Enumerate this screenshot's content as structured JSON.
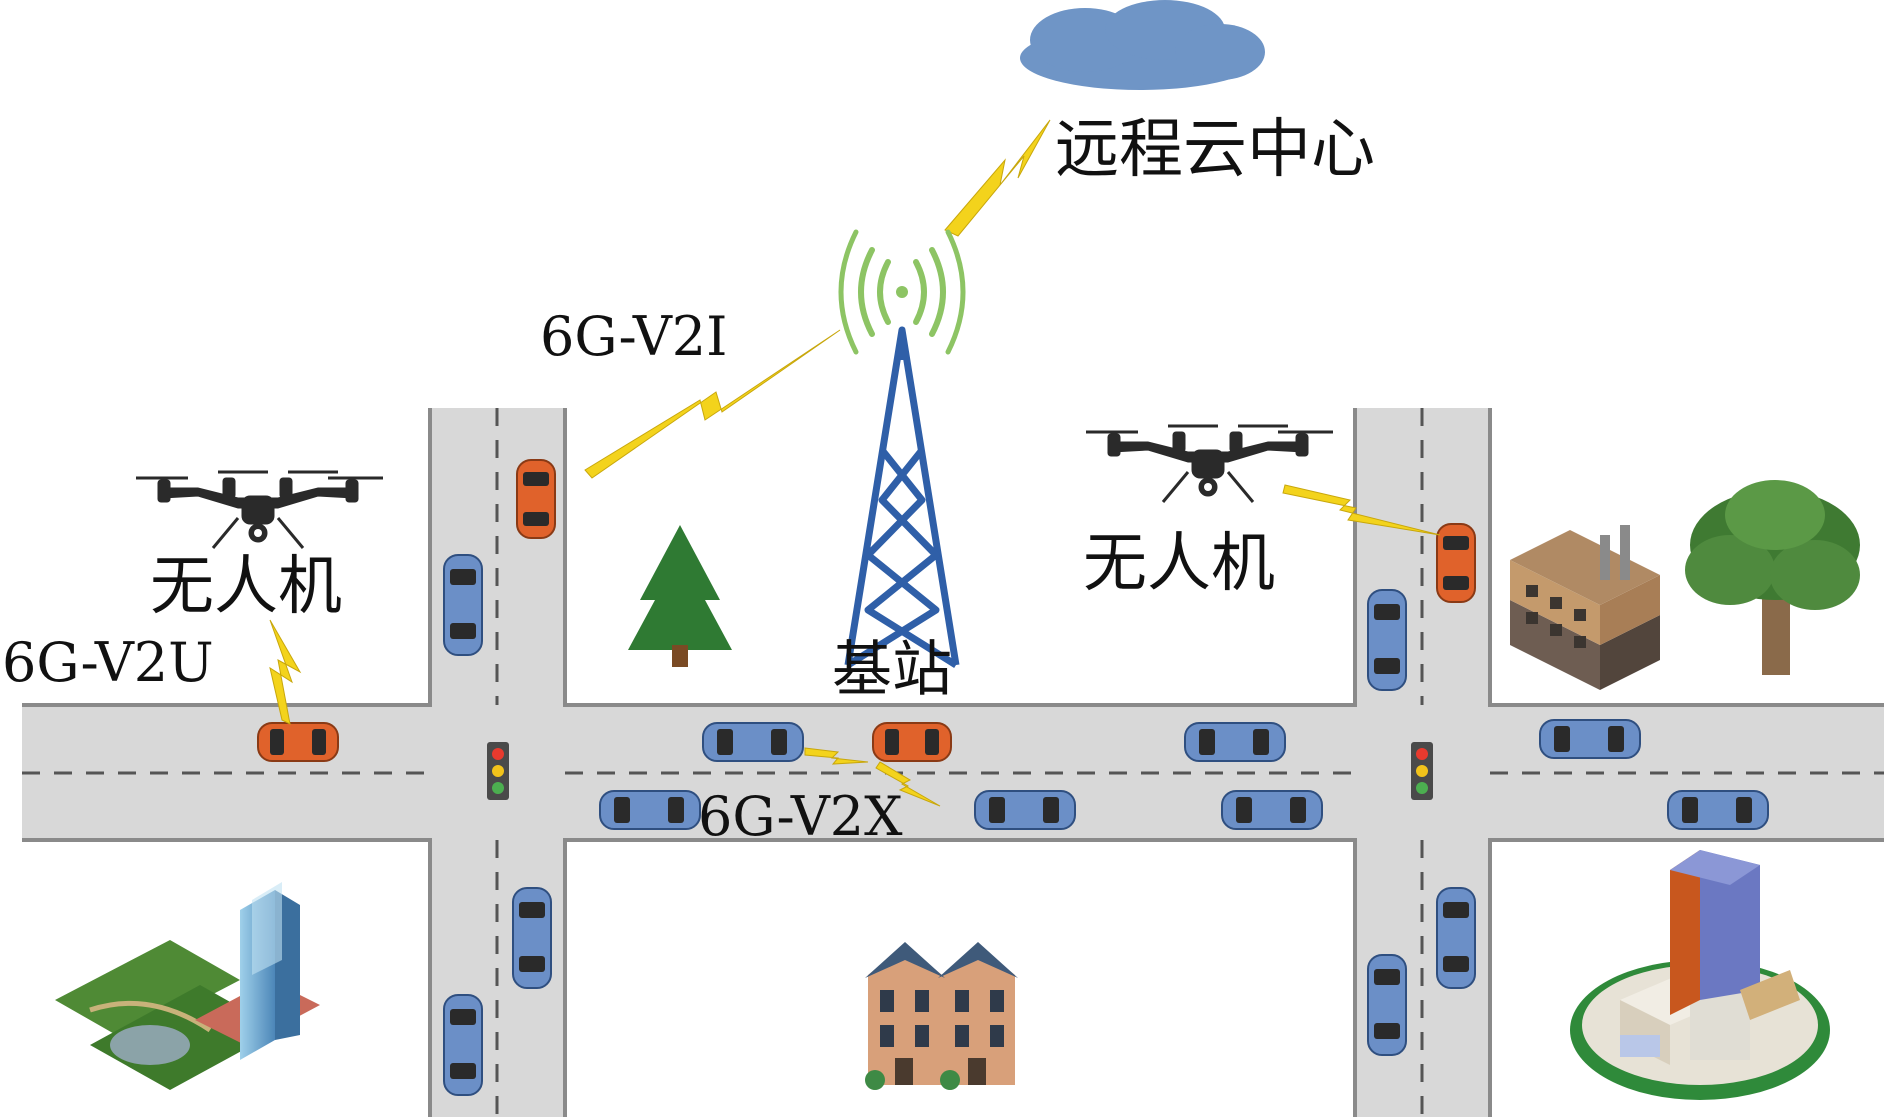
{
  "labels": {
    "cloud_center": "远程云中心",
    "base_station": "基站",
    "drone_left": "无人机",
    "drone_right": "无人机",
    "link_v2i": "6G-V2I",
    "link_v2u": "6G-V2U",
    "link_v2x": "6G-V2X"
  },
  "colors": {
    "road": "#d8d8d8",
    "road_edge": "#8a8a8a",
    "lane_dash": "#555555",
    "cloud": "#6f95c6",
    "tower": "#2f5fa8",
    "signal_waves": "#8dc464",
    "lightning": "#f3d31c",
    "car_blue": "#6b8fc7",
    "car_orange": "#e0622b",
    "drone": "#2a2a2a",
    "tree": "#2f7a33"
  },
  "icons": {
    "cloud": "cloud-icon",
    "tower": "cell-tower-icon",
    "drone": "drone-icon",
    "car": "car-icon",
    "traffic_light": "traffic-light-icon",
    "pine": "pine-tree-icon",
    "oak": "oak-tree-icon",
    "factory": "factory-icon",
    "city": "city-park-icon",
    "townhouses": "townhouse-icon",
    "campus": "campus-icon"
  }
}
